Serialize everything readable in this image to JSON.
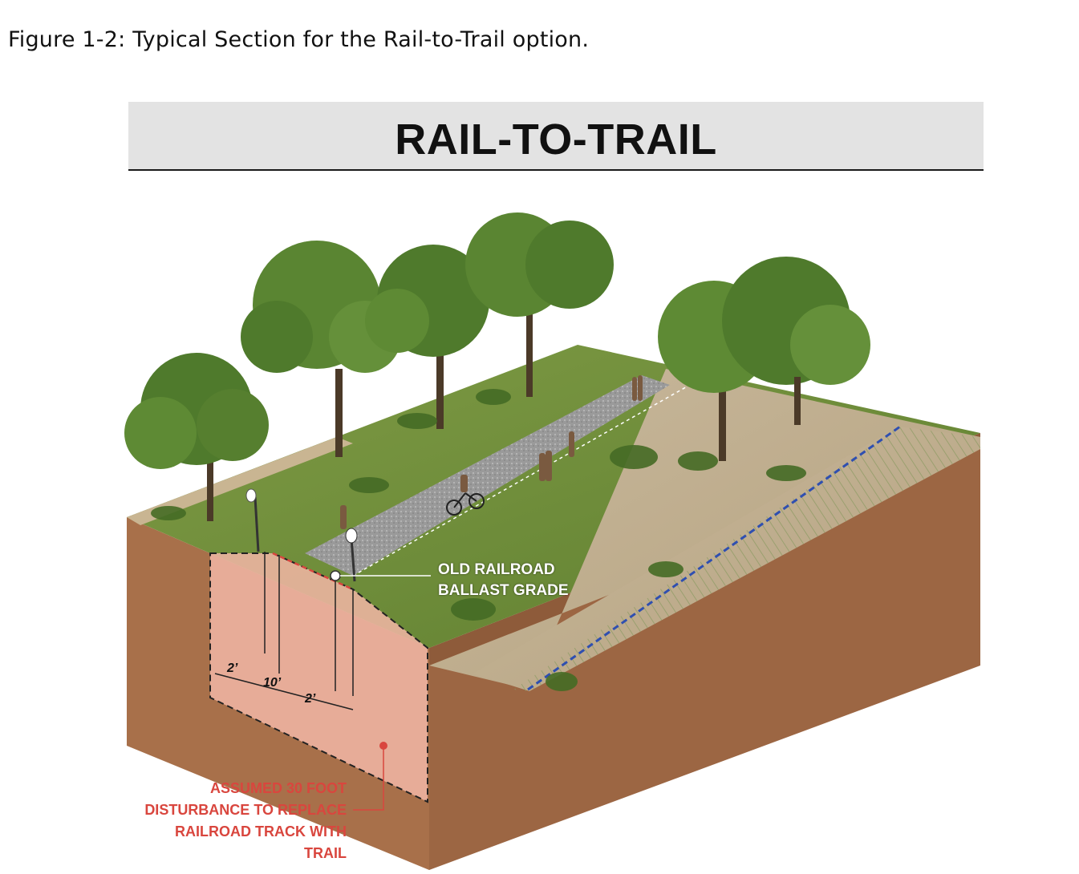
{
  "caption": "Figure 1-2: Typical Section for the Rail-to-Trail option.",
  "title": "RAIL-TO-TRAIL",
  "labels": {
    "ballast_line1": "OLD RAILROAD",
    "ballast_line2": "BALLAST GRADE",
    "disturbance_line1": "ASSUMED 30 FOOT",
    "disturbance_line2": "DISTURBANCE TO REPLACE",
    "disturbance_line3": "RAILROAD TRACK WITH",
    "disturbance_line4": "TRAIL"
  },
  "dimensions": {
    "shoulder_left": "2’",
    "trail_width": "10’",
    "shoulder_right": "2’"
  },
  "colors": {
    "grass": "#6f8c3a",
    "soil_side": "#a8704a",
    "disturbance": "#f2b6a6",
    "label_red": "#d9463e",
    "boundary_blue": "#2f4fb0"
  }
}
